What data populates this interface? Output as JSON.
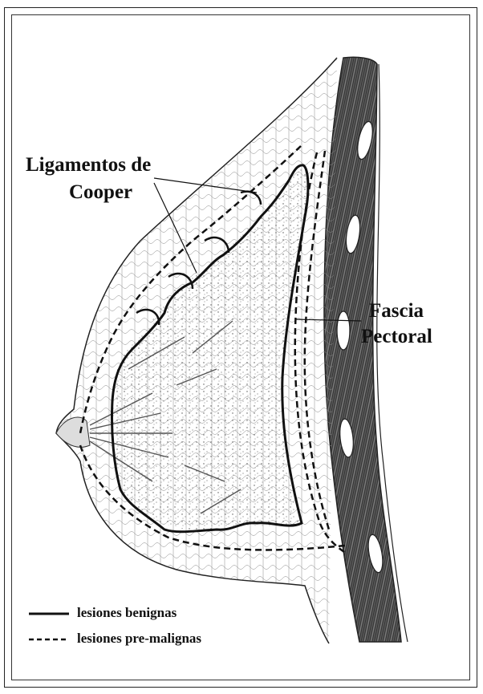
{
  "labels": {
    "cooper_line1": "Ligamentos de",
    "cooper_line2": "Cooper",
    "fascia_line1": "Fascia",
    "fascia_line2": "Pectoral"
  },
  "legend": {
    "solid": "lesiones benignas",
    "dashed": "lesiones pre-malignas"
  },
  "colors": {
    "ink": "#111111",
    "muscle_dark": "#3a3a3a",
    "muscle_mid": "#777777",
    "paper": "#ffffff"
  }
}
